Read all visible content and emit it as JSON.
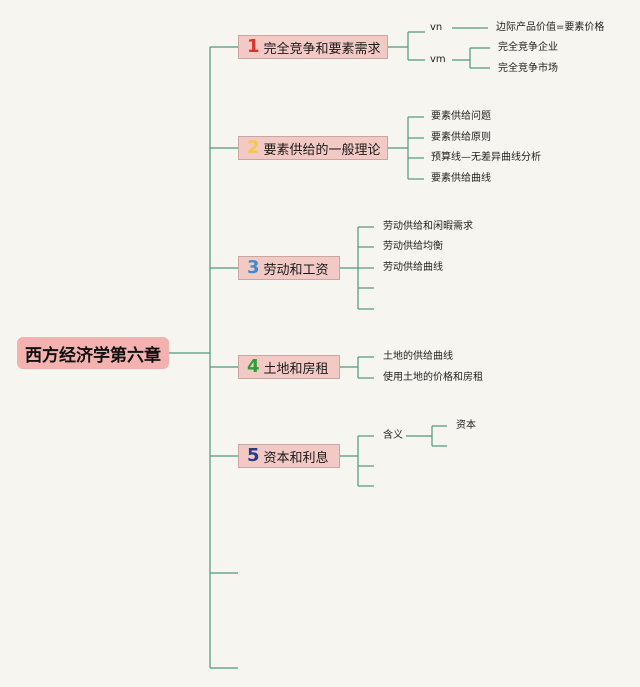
{
  "root": "西方经济学第六章",
  "branches": [
    {
      "num": "1",
      "label": "完全竞争和要素需求",
      "num_color": "#d9342b"
    },
    {
      "num": "2",
      "label": "要素供给的一般理论",
      "num_color": "#f2c94c"
    },
    {
      "num": "3",
      "label": "劳动和工资",
      "num_color": "#3d8bd0"
    },
    {
      "num": "4",
      "label": "土地和房租",
      "num_color": "#2e9e3a"
    },
    {
      "num": "5",
      "label": "资本和利息",
      "num_color": "#2a3b88"
    }
  ],
  "b1": {
    "vn": "vn",
    "vn_child": "边际产品价值=要素价格",
    "vm": "vm",
    "vm_children": [
      "完全竞争企业",
      "完全竞争市场"
    ]
  },
  "b2": {
    "items": [
      "要素供给问题",
      "要素供给原则",
      "预算线—无差异曲线分析",
      "要素供给曲线"
    ]
  },
  "b3": {
    "items": [
      "劳动供给和闲暇需求",
      "劳动供给均衡",
      "劳动供给曲线"
    ]
  },
  "b4": {
    "items": [
      "土地的供给曲线",
      "使用土地的价格和房租"
    ]
  },
  "b5": {
    "item": "含义",
    "sub": "资本"
  },
  "line_color": "#4c9a7d"
}
